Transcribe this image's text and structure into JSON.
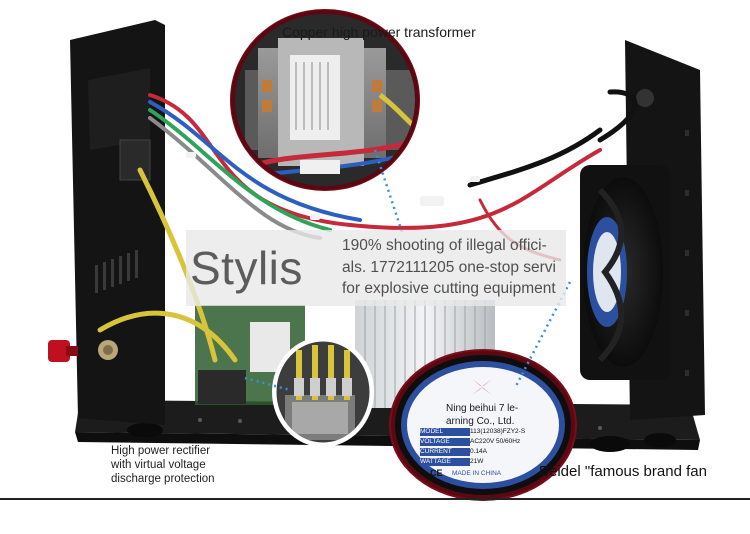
{
  "labels": {
    "transformer": "Copper high power transformer",
    "rectifier_lines": [
      "High power rectifier",
      "with virtual voltage",
      "discharge protection"
    ],
    "fan": "Beidel \"famous brand fan"
  },
  "overlay": {
    "brand": "Stylis",
    "lines": [
      "190% shooting of illegal offici-",
      "als. 1772111205 one-stop servi",
      "for explosive cutting equipment"
    ]
  },
  "fan_sticker": {
    "maker_lines": [
      "Ning beihui 7 le-",
      "arning Co., Ltd."
    ],
    "rows": [
      {
        "key": "MODEL",
        "value": "113(12038)FZY2-S"
      },
      {
        "key": "VOLTAGE",
        "value": "AC220V 50/60Hz"
      },
      {
        "key": "CURRENT",
        "value": "0.14A"
      },
      {
        "key": "WATTAGE",
        "value": "21W"
      }
    ],
    "origin": "MADE IN CHINA",
    "ce_mark": "CE"
  },
  "colors": {
    "chassis": "#141414",
    "transformer_core": "#8a8a8a",
    "copper": "#c07a3a",
    "fan_label_blue": "#2d4fa0",
    "callout_line": "#3a8fd6",
    "magnifier_ring": "#7a0d1a",
    "knob_red": "#c01020"
  }
}
